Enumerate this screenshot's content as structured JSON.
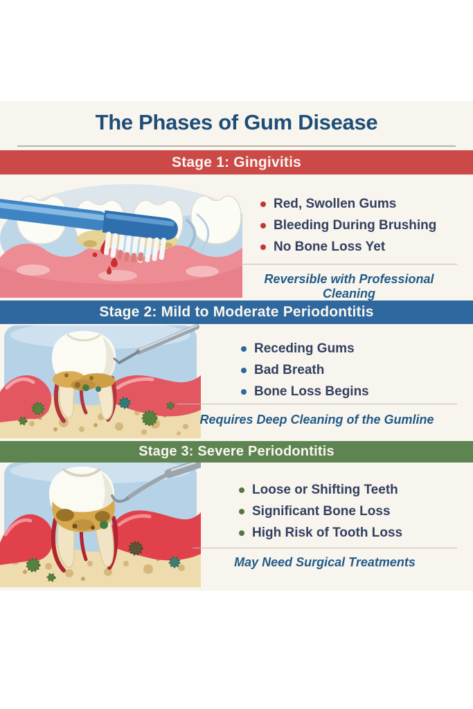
{
  "page": {
    "title": "The Phases of Gum Disease"
  },
  "colors": {
    "background": "#f8f4ee",
    "title_text": "#1d4e77",
    "bullet_text": "#32405f",
    "note_text": "#215b87",
    "stage1_accent": "#cb4a48",
    "stage2_accent": "#2e689e",
    "stage3_accent": "#5d8451"
  },
  "stages": [
    {
      "banner": "Stage 1: Gingivitis",
      "illustration": "bleeding-gums-with-toothbrush-illustration",
      "bullets": [
        "Red, Swollen Gums",
        "Bleeding During Brushing",
        "No Bone Loss Yet"
      ],
      "note": "Reversible with Professional Cleaning"
    },
    {
      "banner": "Stage 2: Mild to Moderate Periodontitis",
      "illustration": "tooth-cross-section-with-dental-probe-illustration",
      "bullets": [
        "Receding Gums",
        "Bad Breath",
        "Bone Loss Begins"
      ],
      "note": "Requires Deep Cleaning of the Gumline"
    },
    {
      "banner": "Stage 3: Severe Periodontitis",
      "illustration": "severe-tooth-cross-section-with-scaler-illustration",
      "bullets": [
        "Loose or Shifting Teeth",
        "Significant Bone Loss",
        "High Risk of Tooth Loss"
      ],
      "note": "May Need Surgical Treatments"
    }
  ]
}
